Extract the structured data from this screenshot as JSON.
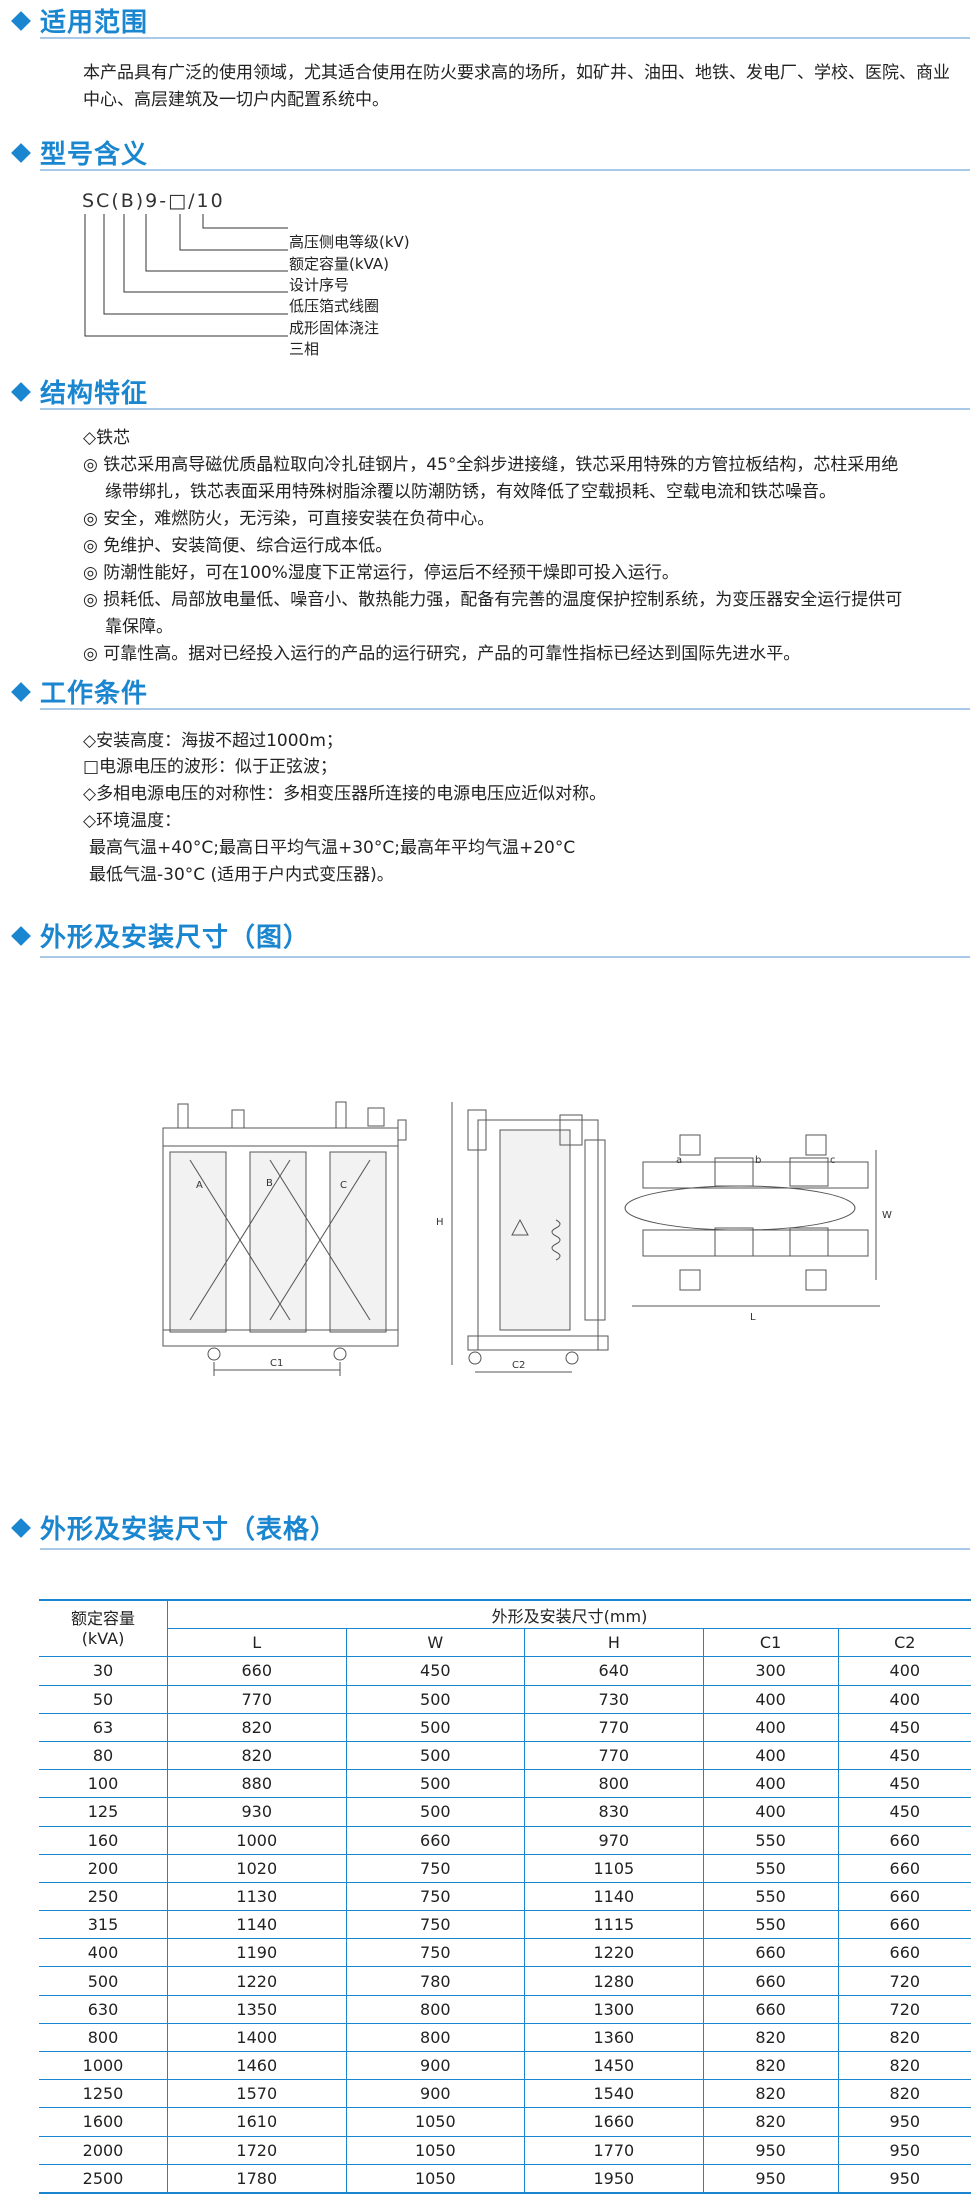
{
  "sections": {
    "scope": {
      "title": "适用范围"
    },
    "model": {
      "title": "型号含义"
    },
    "structure": {
      "title": "结构特征"
    },
    "conditions": {
      "title": "工作条件"
    },
    "drawing": {
      "title": "外形及安装尺寸（图）"
    },
    "table": {
      "title": "外形及安装尺寸（表格）"
    }
  },
  "scope_text": "本产品具有广泛的使用领域，尤其适合使用在防火要求高的场所，如矿井、油田、地铁、发电厂、学校、医院、商业中心、高层建筑及一切户内配置系统中。",
  "model_code": "SC(B)9-□/10",
  "model_legend": [
    "高压侧电等级(kV)",
    "额定容量(kVA)",
    "设计序号",
    "低压箔式线圈",
    "成形固体浇注",
    "三相"
  ],
  "features": {
    "core_heading": "◇铁芯",
    "items": [
      {
        "line1": "◎ 铁芯采用高导磁优质晶粒取向冷扎硅钢片，45°全斜步进接缝，铁芯采用特殊的方管拉板结构，芯柱采用绝",
        "line2": "缘带绑扎，铁芯表面采用特殊树脂涂覆以防潮防锈，有效降低了空载损耗、空载电流和铁芯噪音。"
      },
      {
        "line1": "◎ 安全，难燃防火，无污染，可直接安装在负荷中心。",
        "line2": ""
      },
      {
        "line1": "◎ 免维护、安装简便、综合运行成本低。",
        "line2": ""
      },
      {
        "line1": "◎ 防潮性能好，可在100%湿度下正常运行，停运后不经预干燥即可投入运行。",
        "line2": ""
      },
      {
        "line1": "◎ 损耗低、局部放电量低、噪音小、散热能力强，配备有完善的温度保护控制系统，为变压器安全运行提供可",
        "line2": "靠保障。"
      },
      {
        "line1": "◎ 可靠性高。据对已经投入运行的产品的运行研究，产品的可靠性指标已经达到国际先进水平。",
        "line2": ""
      }
    ]
  },
  "conditions": [
    "◇安装高度：海拔不超过1000m；",
    "□电源电压的波形：似于正弦波；",
    "◇多相电源电压的对称性：多相变压器所连接的电源电压应近似对称。",
    "◇环境温度：",
    "最高气温+40°C;最高日平均气温+30°C;最高年平均气温+20°C",
    "最低气温-30°C (适用于户内式变压器)。"
  ],
  "drawing_labels": {
    "c1": "C1",
    "c2": "C2",
    "h": "H",
    "l": "L",
    "w": "W",
    "a": "a",
    "b": "b",
    "c": "c",
    "pa": "A",
    "pb": "B",
    "pc": "C"
  },
  "table": {
    "col0_header": "额定容量\n(kVA)",
    "group_header": "外形及安装尺寸(mm)",
    "columns": [
      "L",
      "W",
      "H",
      "C1",
      "C2"
    ],
    "rows": [
      [
        "30",
        "660",
        "450",
        "640",
        "300",
        "400"
      ],
      [
        "50",
        "770",
        "500",
        "730",
        "400",
        "400"
      ],
      [
        "63",
        "820",
        "500",
        "770",
        "400",
        "450"
      ],
      [
        "80",
        "820",
        "500",
        "770",
        "400",
        "450"
      ],
      [
        "100",
        "880",
        "500",
        "800",
        "400",
        "450"
      ],
      [
        "125",
        "930",
        "500",
        "830",
        "400",
        "450"
      ],
      [
        "160",
        "1000",
        "660",
        "970",
        "550",
        "660"
      ],
      [
        "200",
        "1020",
        "750",
        "1105",
        "550",
        "660"
      ],
      [
        "250",
        "1130",
        "750",
        "1140",
        "550",
        "660"
      ],
      [
        "315",
        "1140",
        "750",
        "1115",
        "550",
        "660"
      ],
      [
        "400",
        "1190",
        "750",
        "1220",
        "660",
        "660"
      ],
      [
        "500",
        "1220",
        "780",
        "1280",
        "660",
        "720"
      ],
      [
        "630",
        "1350",
        "800",
        "1300",
        "660",
        "720"
      ],
      [
        "800",
        "1400",
        "800",
        "1360",
        "820",
        "820"
      ],
      [
        "1000",
        "1460",
        "900",
        "1450",
        "820",
        "820"
      ],
      [
        "1250",
        "1570",
        "900",
        "1540",
        "820",
        "820"
      ],
      [
        "1600",
        "1610",
        "1050",
        "1660",
        "820",
        "950"
      ],
      [
        "2000",
        "1720",
        "1050",
        "1770",
        "950",
        "950"
      ],
      [
        "2500",
        "1780",
        "1050",
        "1950",
        "950",
        "950"
      ]
    ]
  }
}
